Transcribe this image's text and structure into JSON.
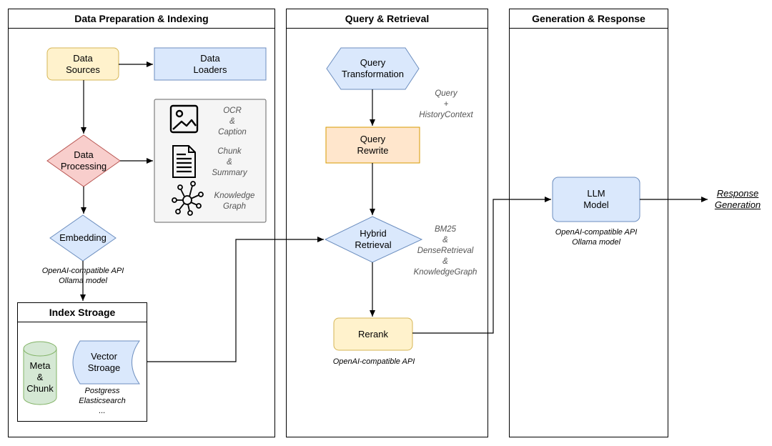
{
  "lanes": {
    "prep": "Data Preparation & Indexing",
    "query": "Query & Retrieval",
    "gen": "Generation & Response"
  },
  "nodes": {
    "data_sources": "Data\nSources",
    "data_loaders": "Data\nLoaders",
    "data_processing": "Data\nProcessing",
    "embedding": "Embedding",
    "index_storage_title": "Index Stroage",
    "meta_chunk": "Meta\n&\nChunk",
    "vector_storage": "Vector\nStroage",
    "query_transformation": "Query\nTransformation",
    "query_rewrite": "Query\nRewrite",
    "hybrid_retrieval": "Hybrid\nRetrieval",
    "rerank": "Rerank",
    "llm_model": "LLM\nModel",
    "response_generation": "Response\nGeneration"
  },
  "processing_panel": {
    "ocr": "OCR\n&\nCaption",
    "chunk": "Chunk\n&\nSummary",
    "kg": "Knowledge\nGraph"
  },
  "notes": {
    "embedding_api": "OpenAI-compatible API\nOllama model",
    "vector_backends": "Postgress\nElasticsearch\n...",
    "query_context": "Query\n+\nHistoryContext",
    "retrieval_methods": "BM25\n&\nDenseRetrieval\n&\nKnowledgeGraph",
    "rerank_api": "OpenAI-compatible API",
    "llm_api": "OpenAI-compatible API\nOllama model"
  },
  "colors": {
    "yellow_fill": "#fff2cc",
    "yellow_stroke": "#d6b656",
    "blue_fill": "#dae8fc",
    "blue_stroke": "#6c8ebf",
    "red_fill": "#f8cecc",
    "red_stroke": "#b85450",
    "green_fill": "#d5e8d4",
    "green_stroke": "#82b366",
    "orange_fill": "#ffe6cc",
    "orange_stroke": "#d79b00",
    "grey_fill": "#f5f5f5",
    "grey_stroke": "#666666"
  }
}
